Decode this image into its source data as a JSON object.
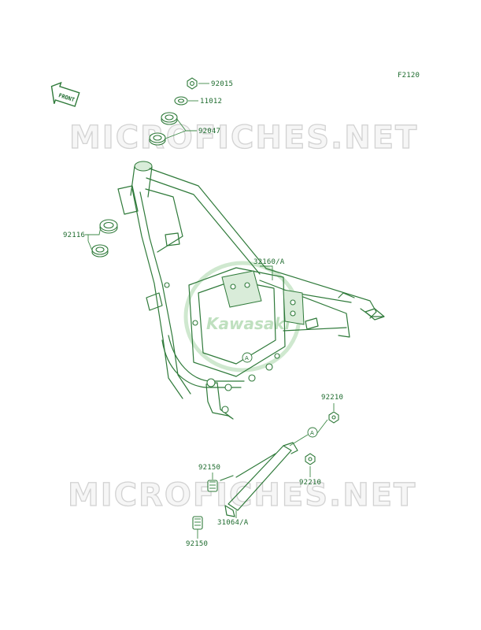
{
  "diagram_code": "F2120",
  "front_badge": "FRONT",
  "watermark_text": "MICROFICHES.NET",
  "logo_text": "Kawasaki",
  "callout_letter": "A",
  "parts": {
    "p92015": "92015",
    "p11012": "11012",
    "p92047": "92047",
    "p92116": "92116",
    "p32160": "32160/A",
    "p92210_top": "92210",
    "p92210_mid": "92210",
    "p92150_top": "92150",
    "p31064": "31064/A",
    "p92150_bot": "92150"
  },
  "colors": {
    "line": "#2f7a3a",
    "label": "#1e6b2e",
    "watermark": "#d2d2d2"
  }
}
